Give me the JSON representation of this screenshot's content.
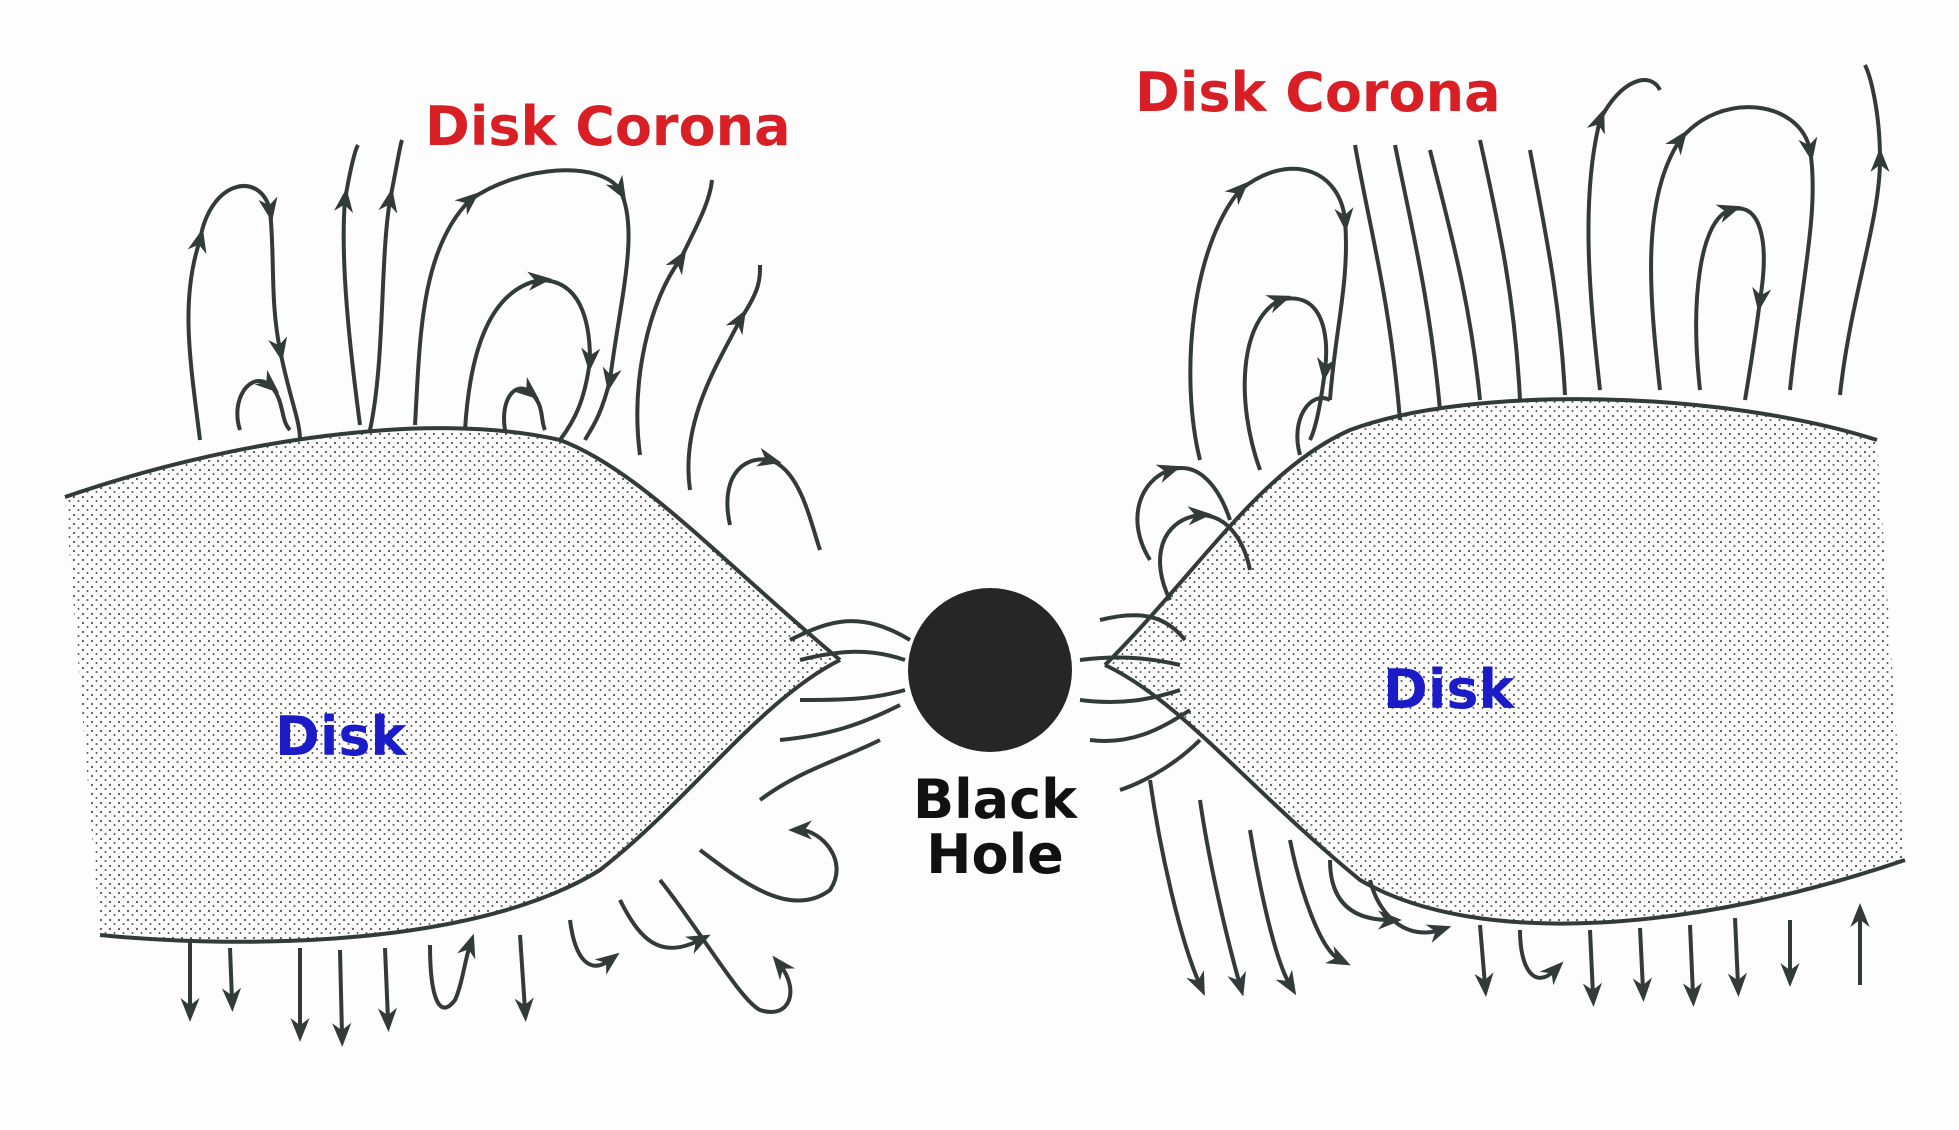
{
  "labels": {
    "corona_left": "Disk Corona",
    "corona_right": "Disk Corona",
    "disk_left": "Disk",
    "disk_right": "Disk",
    "black_hole_line1": "Black",
    "black_hole_line2": "Hole"
  },
  "colors": {
    "corona": "#d81f26",
    "disk_label": "#1b1bc8",
    "ink": "#333a3a",
    "black_hole": "#262626",
    "disk_fill": "#f7f7f7",
    "background": "#fdfdfd"
  },
  "icons": {
    "black_hole": "filled-circle",
    "field_lines": "arrowed-curves",
    "disk_texture": "stipple-dots"
  }
}
